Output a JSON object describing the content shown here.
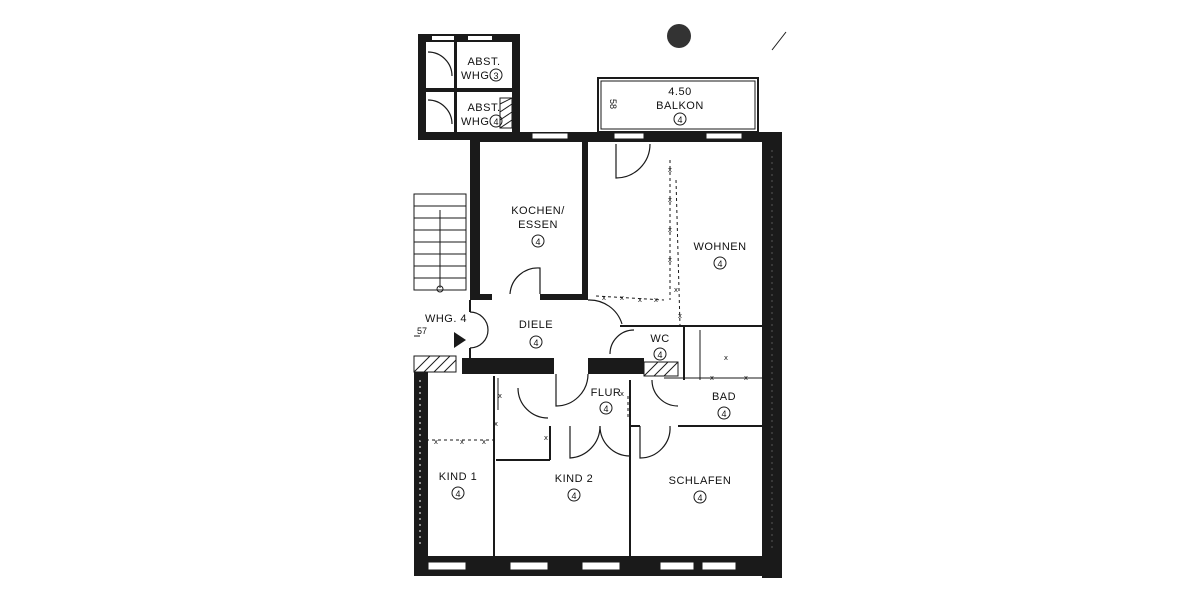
{
  "plan": {
    "unit": "4",
    "balcony_dimension": "4.50",
    "balcony_side_dimension": "58",
    "entrance_dimension": "57",
    "entrance_label": "WHG. 4"
  },
  "rooms": {
    "abst3": {
      "line1": "ABST.",
      "line2": "WHG.",
      "unit": "3"
    },
    "abst4": {
      "line1": "ABST.",
      "line2": "WHG.",
      "unit": "4"
    },
    "balkon": "BALKON",
    "kochen": {
      "line1": "KOCHEN/",
      "line2": "ESSEN"
    },
    "wohnen": "WOHNEN",
    "diele": "DIELE",
    "wc": "WC",
    "flur": "FLUR",
    "bad": "BAD",
    "kind1": "KIND 1",
    "kind2": "KIND 2",
    "schlafen": "SCHLAFEN"
  },
  "colors": {
    "wall": "#1a1a1a",
    "background": "#ffffff",
    "marker": "#c62828"
  }
}
